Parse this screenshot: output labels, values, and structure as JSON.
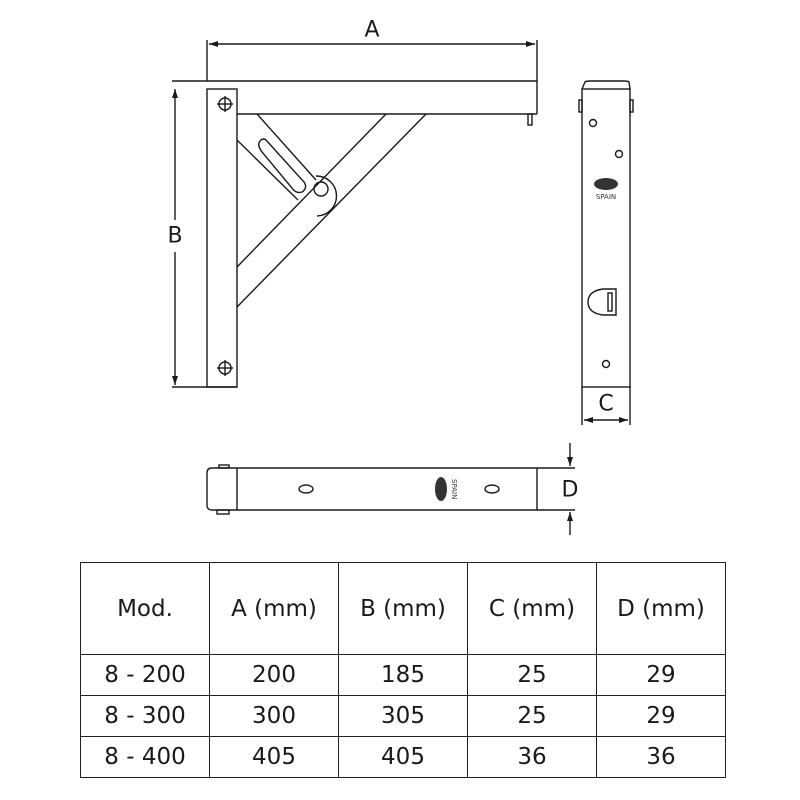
{
  "drawing": {
    "dimension_labels": {
      "a": "A",
      "b": "B",
      "c": "C",
      "d": "D"
    },
    "logo_text": "SPAIN"
  },
  "table": {
    "headers": [
      "Mod.",
      "A (mm)",
      "B (mm)",
      "C (mm)",
      "D (mm)"
    ],
    "rows": [
      [
        "8 - 200",
        "200",
        "185",
        "25",
        "29"
      ],
      [
        "8 - 300",
        "300",
        "305",
        "25",
        "29"
      ],
      [
        "8 - 400",
        "405",
        "405",
        "36",
        "36"
      ]
    ]
  }
}
